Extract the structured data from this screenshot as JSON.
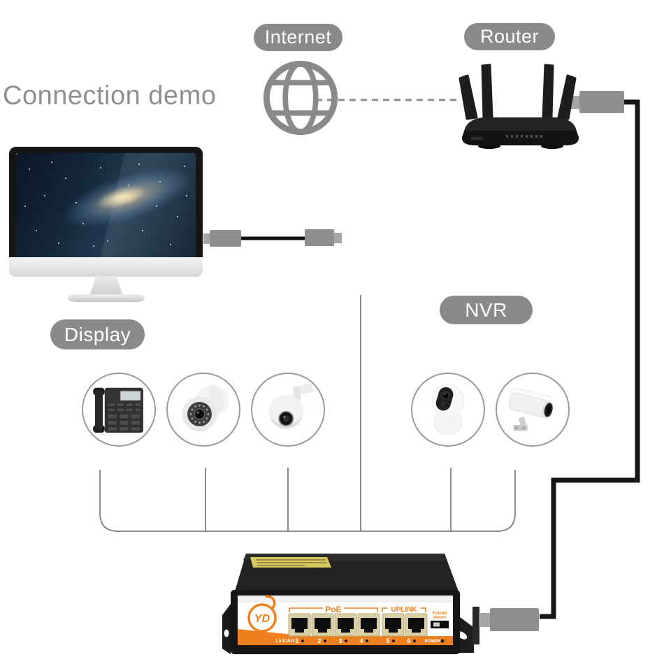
{
  "title": "Connection demo",
  "labels": {
    "internet": "Internet",
    "router": "Router",
    "display": "Display",
    "nvr": "NVR"
  },
  "devices": [
    {
      "name": "ip-phone"
    },
    {
      "name": "dome-camera"
    },
    {
      "name": "ptz-camera"
    },
    {
      "name": "pan-tilt-camera"
    },
    {
      "name": "bullet-camera"
    }
  ],
  "switch": {
    "brand": "YD",
    "poe_group_label": "PoE",
    "uplink_group_label": "UPLINK",
    "extend_label": "Extend",
    "extend_sublabel": "ON/OFF",
    "link_act_label": "Link/Act",
    "power_label": "POWER",
    "port_numbers": [
      "1",
      "2",
      "3",
      "4",
      "5",
      "6"
    ]
  },
  "colors": {
    "accent_orange": "#EF8020",
    "badge_gray": "#8A8A8A",
    "line_gray": "#8C8C8C",
    "cable_black": "#1A1A1A"
  }
}
